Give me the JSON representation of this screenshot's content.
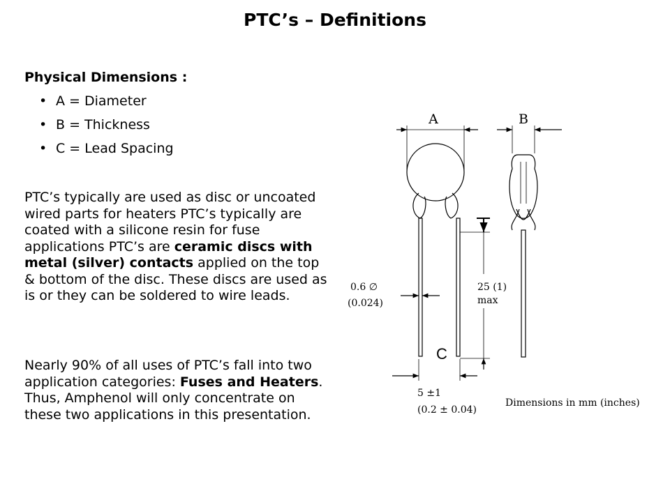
{
  "title": "PTC’s – Definitions",
  "physical": {
    "heading": "Physical Dimensions :",
    "items": [
      "A = Diameter",
      "B = Thickness",
      "C = Lead Spacing"
    ]
  },
  "para1": {
    "t1": "PTC’s typically are used as disc or uncoated wired parts for heaters PTC’s typically are coated with a silicone resin for fuse applications PTC’s are ",
    "b1": "ceramic discs with metal (silver) contacts",
    "t2": " applied on the top & bottom of the disc. These discs are used as is or they can be soldered to wire leads."
  },
  "para2": {
    "t1": "Nearly 90% of all uses of PTC’s fall into two application categories: ",
    "b1": "Fuses and Heaters",
    "t2": ". Thus, Amphenol will only concentrate on these two applications in this presentation."
  },
  "diagram": {
    "label_a": "A",
    "label_b": "B",
    "label_c": "C",
    "lead_dia": "0.6 ∅",
    "lead_dia_in": "(0.024)",
    "length": "25 (1)",
    "length_max": "max",
    "spacing": "5 ±1",
    "spacing_in": "(0.2 ± 0.04)",
    "units_note": "Dimensions in mm (inches)"
  }
}
